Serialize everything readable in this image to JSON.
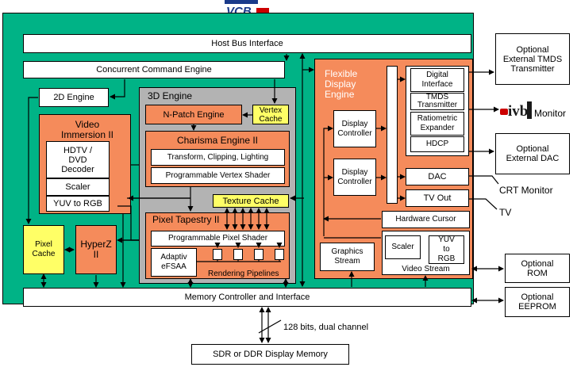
{
  "blocks": {
    "host_bus": "Host Bus Interface",
    "concurrent_cmd": "Concurrent Command Engine",
    "engine_2d": "2D Engine",
    "video_immersion": "Video Immersion II",
    "hdtv_decoder": "HDTV / DVD Decoder",
    "vi_scaler": "Scaler",
    "vi_yuv": "YUV to RGB",
    "engine_3d": "3D Engine",
    "npatch": "N-Patch Engine",
    "vertex_cache": "Vertex Cache",
    "charisma": "Charisma Engine II",
    "transform": "Transform, Clipping, Lighting",
    "vertex_shader": "Programmable Vertex Shader",
    "texture_cache": "Texture Cache",
    "pixel_tapestry": "Pixel Tapestry II",
    "pixel_shader": "Programmable Pixel Shader",
    "adaptiv": "Adaptiv eFSAA",
    "rendering": "Rendering Pipelines",
    "pixel_cache": "Pixel Cache",
    "hyperz": "HyperZ II",
    "flexible_display": "Flexible Display Engine",
    "display_ctrl_1": "Display Controller",
    "display_ctrl_2": "Display Controller",
    "digital_interface": "Digital Interface",
    "tmds_tx": "TMDS Transmitter",
    "ratiometric": "Ratiometric Expander",
    "hdcp": "HDCP",
    "dac": "DAC",
    "tv_out": "TV Out",
    "hw_cursor": "Hardware Cursor",
    "graphics_stream": "Graphics Stream",
    "vs_scaler": "Scaler",
    "vs_yuv": "YUV to RGB",
    "video_stream": "Video Stream",
    "memory_ctrl": "Memory Controller and Interface",
    "display_memory": "SDR or DDR Display Memory",
    "bus_width": "128 bits, dual channel"
  },
  "external": {
    "opt_tmds": "Optional External TMDS Transmitter",
    "monitor": "Monitor",
    "opt_dac": "Optional External DAC",
    "crt": "CRT Monitor",
    "tv": "TV",
    "opt_rom": "Optional ROM",
    "opt_eeprom": "Optional EEPROM"
  },
  "colors": {
    "chip": "#00b386",
    "orange": "#f58b5b",
    "yellow": "#ffff66",
    "gray": "#b3b3b3"
  }
}
